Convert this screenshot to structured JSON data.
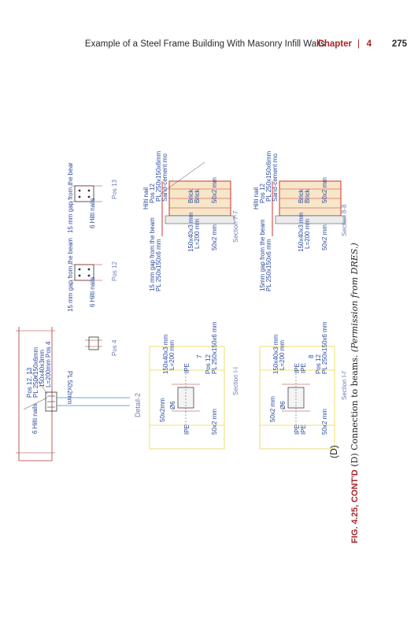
{
  "header": {
    "title": "Example of a Steel Frame Building With Masonry Infill Walls",
    "chapter_label": "Chapter",
    "separator": "|",
    "chapter_number": "4",
    "page_number": "275"
  },
  "caption": {
    "label": "FIG. 4.25, CONT'D",
    "text": "(D) Connection to beams.",
    "permission": "(Permission from DRES.)"
  },
  "panel_letter": "(D)",
  "drawing": {
    "top_detail": {
      "title": "Detail-2",
      "hilti": "6 Hilti nails",
      "pos_block": [
        "Pos 12, 13",
        "PL 250x150x6mm",
        "150x40x3mm",
        "L=200mm Pos 4"
      ],
      "pl": "PL 50x2mm",
      "pos4": "Pos 4",
      "gap1": "15 mm gap from the beam",
      "gap2": "15 mm gap from the bear",
      "hilti_a": "6 Hilti nails",
      "hilti_b": "6 Hilti nails",
      "pos12": "Pos 12",
      "pos13": "Pos 13"
    },
    "section_ii": {
      "title": "Section I-I",
      "d1": "50x2mm",
      "d2": "Ø6",
      "d3": "IPE",
      "d4": "IPE",
      "d5": "150x40x3 mm",
      "d6": "L=200 mm",
      "d7": "Pos 12",
      "d8": "PL 250x150x6 mm",
      "d9": "50x2 mm",
      "d10": "7"
    },
    "section_77": {
      "title": "Section 7-7",
      "d1": "15 mm gap from the beam",
      "d2": "PL 250x150x6 mm",
      "d3": "150x40x3 mm",
      "d4": "L=200 mm",
      "d5": "50x2 mm",
      "d6": "Hilti nail",
      "d7": "Pos 12",
      "d8": "PL 250x150x6mm",
      "d9": "Sand-cement mo",
      "d10": "Brick",
      "d11": "Brick",
      "d12": "50x2 mm"
    },
    "section_i1": {
      "title": "Section I-I'",
      "d1": "50x2 mm",
      "d2": "Ø6",
      "d3": "IPE",
      "d4": "IPE",
      "d5": "150x40x3 mm",
      "d6": "L=200 mm",
      "d7": "Pos 12",
      "d8": "PL 250x150x6 mm",
      "d9": "50x2 mm",
      "d10": "IPE",
      "d11": "IPE",
      "d12": "8"
    },
    "section_88": {
      "title": "Section 8-8",
      "d1": "15mm gap from the beam",
      "d2": "PL 250x150x6 mm",
      "d3": "150x40x3 mm",
      "d4": "L=200 mm",
      "d5": "50x2 mm",
      "d6": "Hilti nail",
      "d7": "Pos 12",
      "d8": "PL 250x150x6mm",
      "d9": "Sand-cement mo",
      "d10": "Brick",
      "d11": "Brick",
      "d12": "50x2 mm"
    }
  }
}
